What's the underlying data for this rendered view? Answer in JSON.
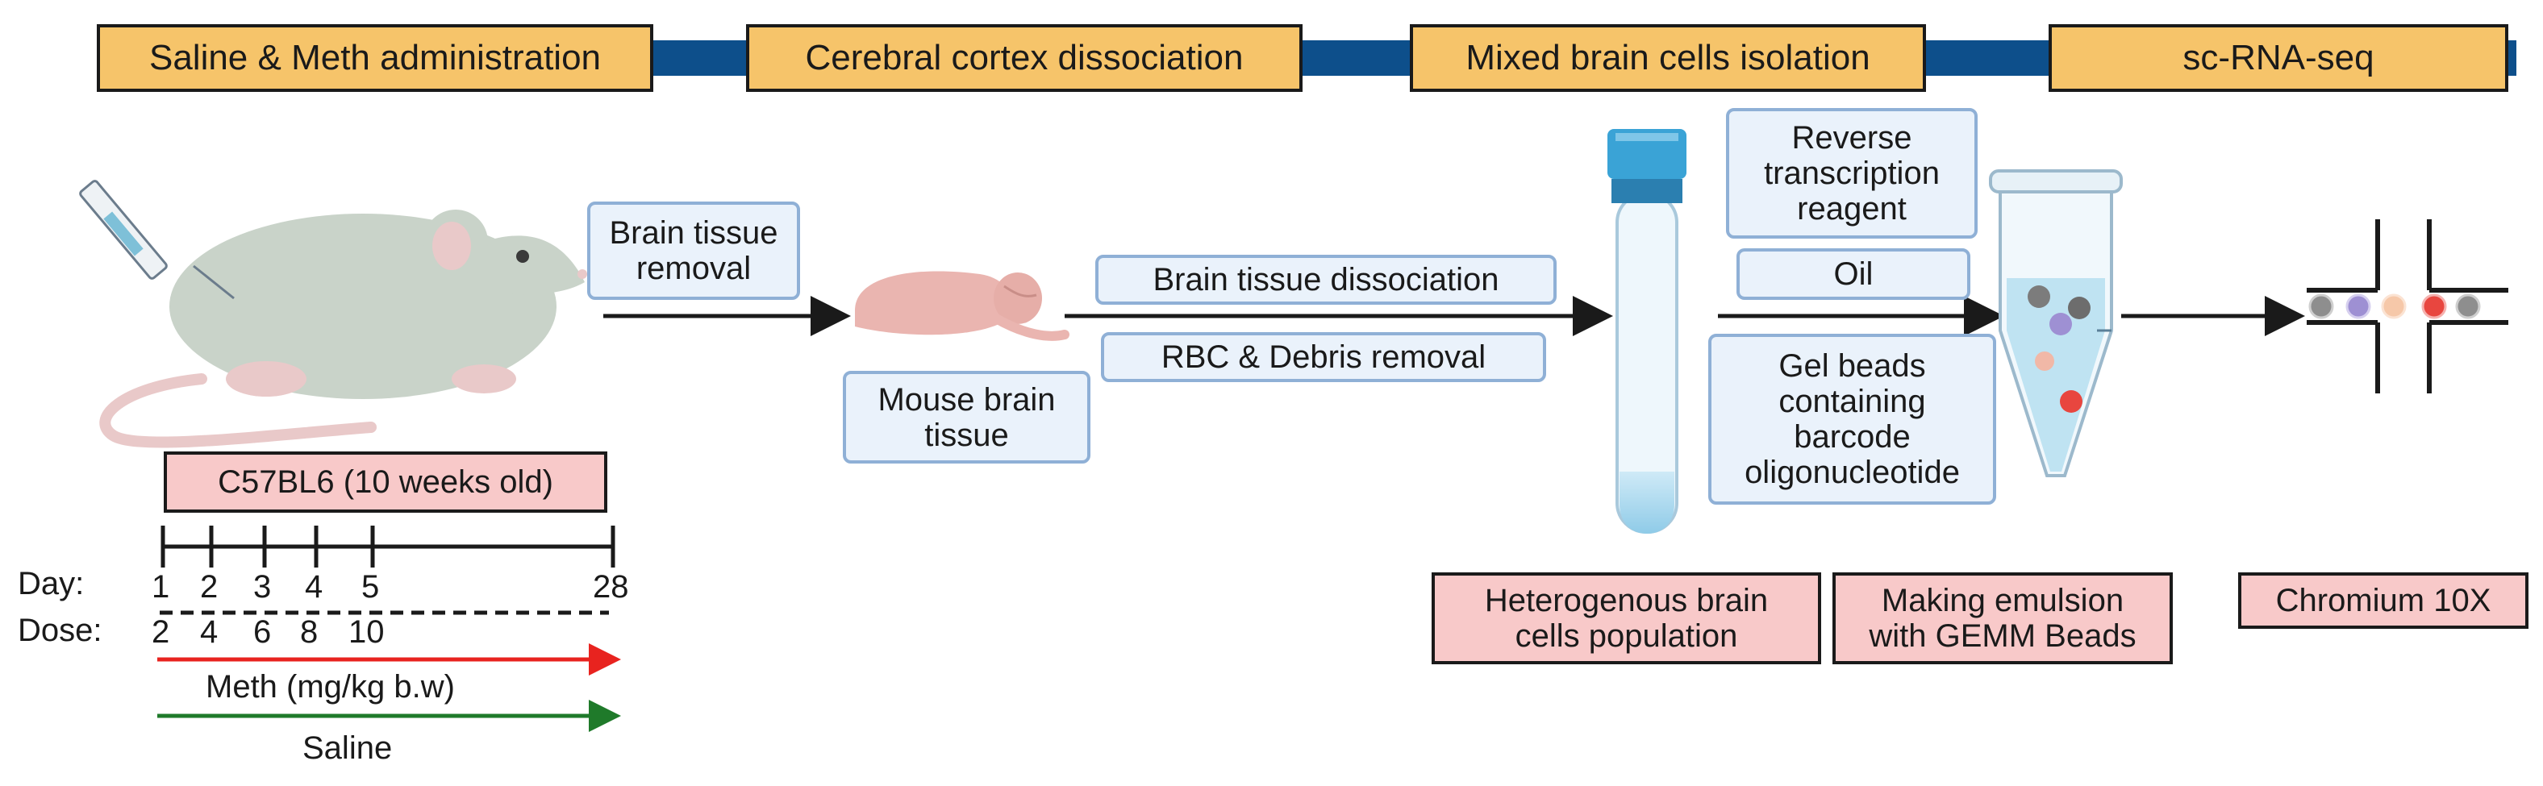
{
  "stages": [
    {
      "label": "Saline & Meth administration"
    },
    {
      "label": "Cerebral cortex dissociation"
    },
    {
      "label": "Mixed brain cells isolation"
    },
    {
      "label": "sc-RNA-seq"
    }
  ],
  "boxes": {
    "brain_tissue_removal": "Brain tissue\nremoval",
    "mouse_brain_tissue": "Mouse brain\ntissue",
    "brain_tissue_dissociation": "Brain tissue dissociation",
    "rbc_debris_removal": "RBC & Debris removal",
    "reverse_transcription": "Reverse\ntranscription\nreagent",
    "oil": "Oil",
    "gel_beads": "Gel beads\ncontaining\nbarcode\noligonucleotide"
  },
  "captions": {
    "strain": "C57BL6 (10 weeks old)",
    "heterogenous": "Heterogenous brain\ncells population",
    "emulsion": "Making emulsion\nwith GEMM Beads",
    "chromium": "Chromium 10X"
  },
  "timeline": {
    "day_label": "Day:",
    "dose_label": "Dose:",
    "days": [
      "1",
      "2",
      "3",
      "4",
      "5",
      "28"
    ],
    "doses": [
      "2",
      "4",
      "6",
      "8",
      "10"
    ],
    "meth_label": "Meth (mg/kg b.w)",
    "saline_label": "Saline"
  },
  "colors": {
    "stage_fill": "#f6c46a",
    "connector": "#0d4f8b",
    "blue_box_fill": "#eaf2fb",
    "blue_box_border": "#8fb0d6",
    "pink_box_fill": "#f8c9c9",
    "meth_arrow": "#e8231f",
    "saline_arrow": "#1f7a2a"
  },
  "icons": [
    "mouse-with-syringe-icon",
    "brain-tissue-icon",
    "centrifuge-tube-icon",
    "eppendorf-tube-icon",
    "chromium-chip-icon"
  ]
}
